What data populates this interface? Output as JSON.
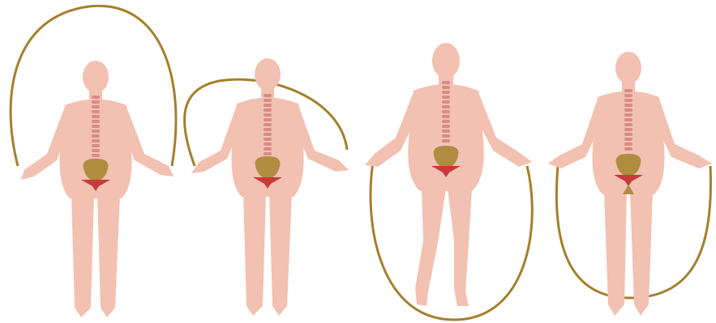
{
  "scene": {
    "subject": "jump-rope-sequence",
    "frame_count": 4,
    "colors": {
      "background": "#ffffff",
      "skin": "#f2c1b1",
      "spine": "#d98a86",
      "bladder": "#b18b3f",
      "pelvic_floor": "#c83a3a",
      "rope": "#a57f2c"
    },
    "frames": [
      {
        "pose": "rope-overhead",
        "icon": "person-skipping-icon"
      },
      {
        "pose": "rope-behind-head",
        "icon": "person-skipping-icon"
      },
      {
        "pose": "rope-under-feet-jumping",
        "icon": "person-skipping-icon"
      },
      {
        "pose": "rope-at-feet-landing",
        "icon": "person-skipping-icon"
      }
    ]
  }
}
